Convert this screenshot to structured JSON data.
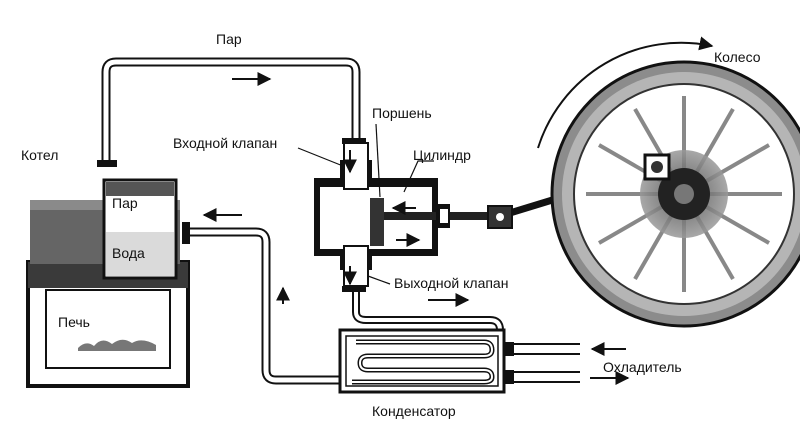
{
  "labels": {
    "steam_pipe": "Пар",
    "boiler": "Котел",
    "boiler_steam": "Пар",
    "boiler_water": "Вода",
    "furnace": "Печь",
    "inlet_valve": "Входной клапан",
    "piston": "Поршень",
    "cylinder": "Цилиндр",
    "outlet_valve": "Выходной клапан",
    "wheel": "Колесо",
    "coolant": "Охладитель",
    "condenser": "Конденсатор"
  }
}
